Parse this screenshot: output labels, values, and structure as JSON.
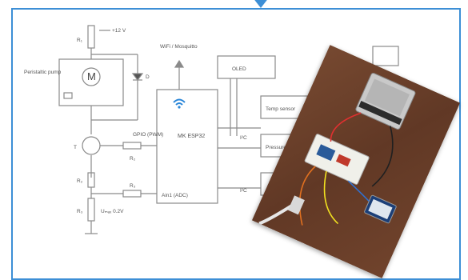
{
  "diagram": {
    "supply_label": "+12 V",
    "r1_label": "R₁",
    "pump_label": "Peristaltic pump",
    "motor_symbol": "M",
    "diode_label": "D",
    "wifi_label": "WiFi / Mosquitto",
    "oled_label": "OLED",
    "mcu_label": "MK ESP32",
    "temp_sensor_label": "Temp sensor",
    "pressure_sensor_label": "Pressure sensor",
    "gpio_label": "GPIO (PWM)",
    "adc_label": "Ain1 (ADC)",
    "transistor_label": "T",
    "rb_label": "R₂",
    "r2_label": "R₂",
    "r3_label": "R₃",
    "rs_label": "R₃",
    "shunt_label": "Uₘₐₓ 0.2V",
    "i2c_label_1": "I²C",
    "i2c_label_2": "I²C",
    "colors": {
      "frame": "#3d8fd6",
      "lines": "#8a8a8a",
      "wifi": "#2a86d8",
      "photo_bg": "#6b3f2a"
    }
  }
}
